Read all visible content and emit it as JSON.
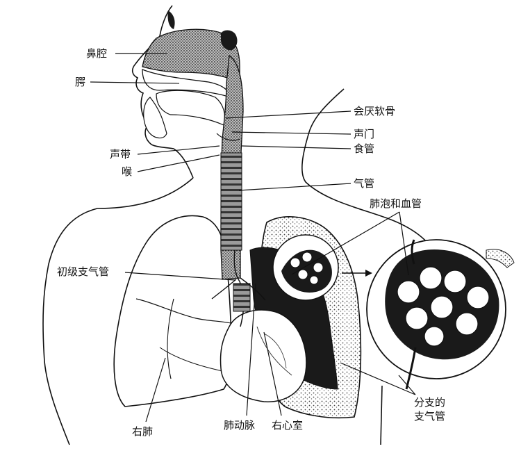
{
  "colors": {
    "ink": "#111111",
    "fill_dark": "#1a1a1a",
    "fill_stipple": "#555555",
    "background": "#ffffff"
  },
  "labels": {
    "nasal_cavity": "鼻腔",
    "palate": "腭",
    "epiglottis": "会厌软骨",
    "glottis": "声门",
    "vocal_cords": "声带",
    "esophagus": "食管",
    "larynx": "喉",
    "trachea": "气管",
    "alveoli_vessels": "肺泡和血管",
    "primary_bronchus": "初级支气管",
    "pulmonary_artery": "肺动脉",
    "right_ventricle": "右心室",
    "right_lung": "右肺",
    "branch_bronchus_line1": "分支的",
    "branch_bronchus_line2": "支气管"
  }
}
